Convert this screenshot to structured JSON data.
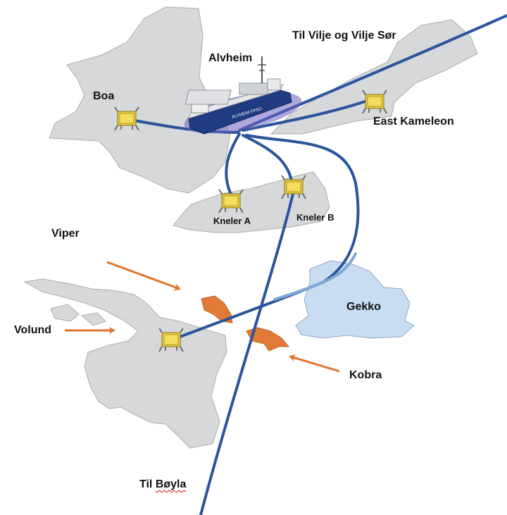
{
  "map": {
    "colors": {
      "field_grey": "#d6d8da",
      "field_outline": "#a9adb0",
      "gekko_blue": "#c8dcf2",
      "discovery_orange": "#e07a36",
      "arrow_orange": "#e2742a",
      "pipeline_blue": "#2a559a",
      "installation_yellow": "#e7c93b"
    },
    "labels": {
      "til_vilje": "Til Vilje og Vilje Sør",
      "alvheim": "Alvheim",
      "boa": "Boa",
      "east_kameleon": "East Kameleon",
      "kneler_a": "Kneler A",
      "kneler_b": "Kneler B",
      "viper": "Viper",
      "gekko": "Gekko",
      "volund": "Volund",
      "kobra": "Kobra",
      "til_boyla_prefix": "Til ",
      "til_boyla_name": "Bøyla"
    },
    "vessel_name": "ALVHEIM FPSO",
    "icons": [
      "fpso-vessel-icon",
      "subsea-template-icon",
      "orange-arrow-icon"
    ]
  }
}
